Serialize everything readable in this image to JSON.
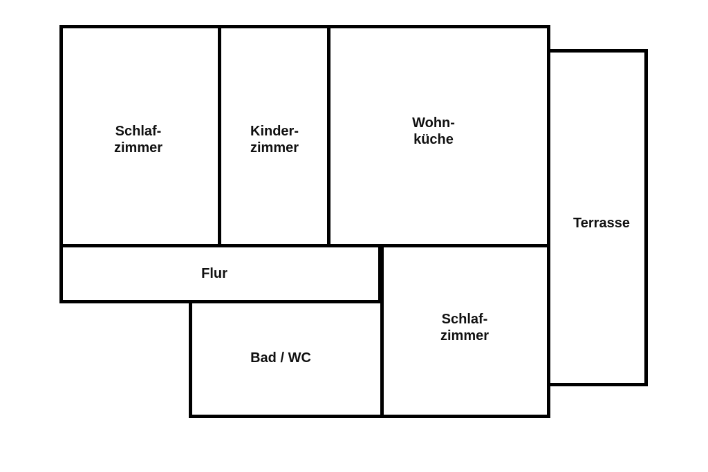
{
  "floorplan": {
    "rooms": {
      "schlafzimmer_1": {
        "line1": "Schlaf-",
        "line2": "zimmer"
      },
      "kinderzimmer": {
        "line1": "Kinder-",
        "line2": "zimmer"
      },
      "wohnkueche": {
        "line1": "Wohn-",
        "line2": "küche"
      },
      "terrasse": {
        "label": "Terrasse"
      },
      "flur": {
        "label": "Flur"
      },
      "bad_wc": {
        "label": "Bad / WC"
      },
      "schlafzimmer_2": {
        "line1": "Schlaf-",
        "line2": "zimmer"
      }
    },
    "wall_color": "#000000",
    "fill_color": "#ffffff"
  }
}
